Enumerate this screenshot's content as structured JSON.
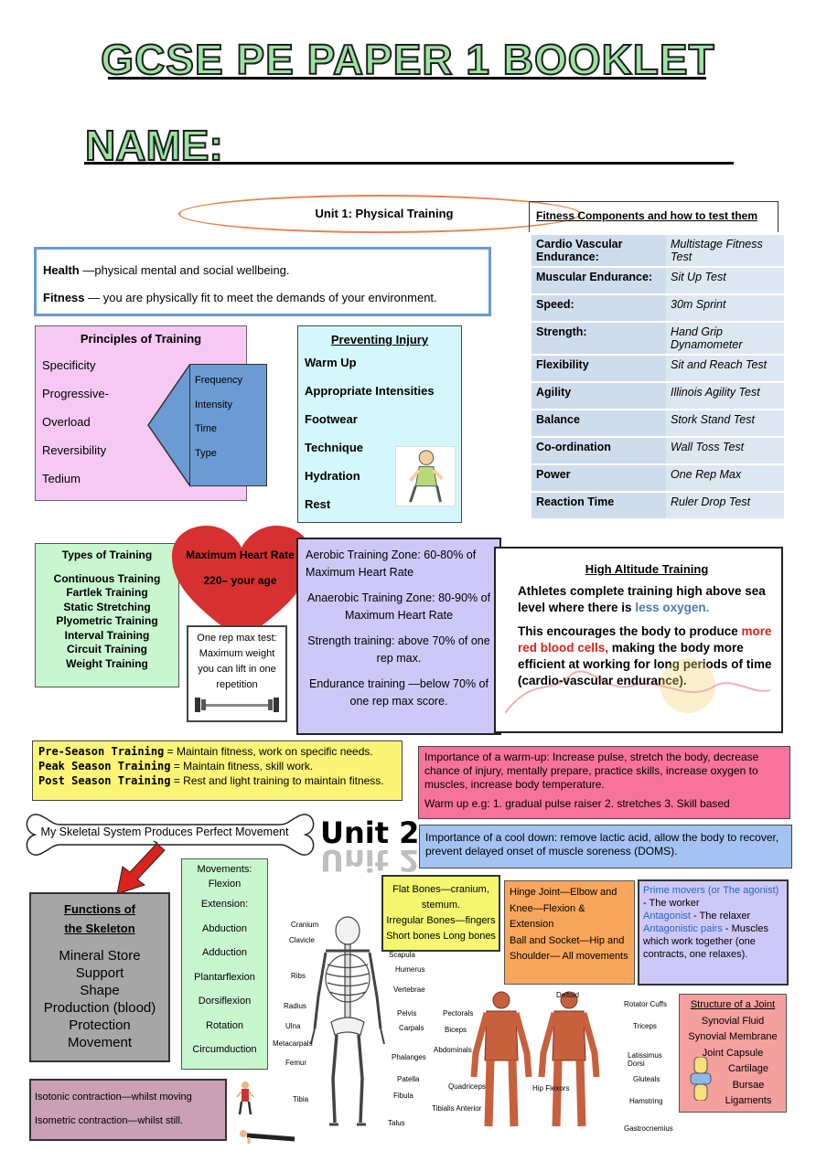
{
  "header": {
    "title": "GCSE PE PAPER 1 BOOKLET",
    "name_label": "NAME:"
  },
  "unit1": {
    "title": "Unit 1:  Physical Training"
  },
  "fitness_components": {
    "title": "Fitness Components and how to test them",
    "rows": [
      {
        "component": "Cardio Vascular Endurance:",
        "test": "Multistage Fitness Test"
      },
      {
        "component": "Muscular Endurance:",
        "test": "Sit Up Test"
      },
      {
        "component": "Speed:",
        "test": "30m Sprint"
      },
      {
        "component": "Strength:",
        "test": "Hand Grip Dynamometer"
      },
      {
        "component": "Flexibility",
        "test": "Sit and Reach Test"
      },
      {
        "component": "Agility",
        "test": "Illinois Agility Test"
      },
      {
        "component": "Balance",
        "test": "Stork Stand Test"
      },
      {
        "component": "Co-ordination",
        "test": "Wall Toss Test"
      },
      {
        "component": "Power",
        "test": "One Rep Max"
      },
      {
        "component": "Reaction Time",
        "test": "Ruler Drop Test"
      }
    ]
  },
  "health": {
    "health_term": "Health",
    "health_def": " —physical mental and social wellbeing.",
    "fitness_term": "Fitness",
    "fitness_def": " — you are physically fit to meet the demands of your environment."
  },
  "principles": {
    "title": "Principles of Training",
    "items": [
      "Specificity",
      "Progressive-",
      "Overload",
      "Reversibility",
      "Tedium"
    ],
    "fitt": [
      "Frequency",
      "Intensity",
      "Time",
      "Type"
    ]
  },
  "preventing_injury": {
    "title": "Preventing Injury",
    "items": [
      "Warm Up",
      "Appropriate Intensities",
      "Footwear",
      "Technique",
      "Hydration",
      "Rest"
    ]
  },
  "types_of_training": {
    "title": "Types of Training",
    "items": [
      "Continuous Training",
      "Fartlek Training",
      "Static Stretching",
      "Plyometric Training",
      "Interval Training",
      "Circuit Training",
      "Weight Training"
    ]
  },
  "max_heart_rate": {
    "title": "Maximum Heart Rate",
    "formula": "220– your age"
  },
  "one_rep": {
    "text": "One rep max test: Maximum weight you can lift in one repetition"
  },
  "zones": {
    "aerobic": "Aerobic Training Zone: 60-80% of Maximum Heart Rate",
    "anaerobic": "Anaerobic Training Zone: 80-90% of Maximum Heart Rate",
    "strength": "Strength training:  above 70% of one rep max.",
    "endurance": "Endurance training —below 70% of one rep max score."
  },
  "altitude": {
    "title": "High Altitude Training",
    "p1_a": "Athletes complete training high above sea level where there is ",
    "p1_b": "less oxygen.",
    "p2_a": "This encourages the body to produce ",
    "p2_b": "more red blood cells,",
    "p2_c": " making the body more efficient at working for long periods of time (cardio-vascular endurance)."
  },
  "season": {
    "pre_label": "Pre-Season Training",
    "pre_text": " = Maintain fitness, work on specific needs.",
    "peak_label": "Peak Season Training",
    "peak_text": " = Maintain fitness, skill work.",
    "post_label": "Post Season Training",
    "post_text": " = Rest and light training to maintain fitness."
  },
  "warmup": {
    "importance": "Importance of a warm-up: Increase pulse, stretch the body, decrease chance of injury, mentally prepare, practice skills, increase oxygen to muscles, increase body temperature.",
    "example": "Warm up e.g:  1. gradual pulse raiser 2. stretches 3. Skill based"
  },
  "cooldown": {
    "text": "Importance of a cool down: remove lactic acid, allow the body to recover, prevent delayed onset of muscle soreness (DOMS)."
  },
  "skeletal": {
    "mnemonic": "My Skeletal System Produces Perfect Movement",
    "unit2": "Unit 2",
    "functions_title_1": "Functions of",
    "functions_title_2": "the Skeleton",
    "functions": [
      "Mineral Store",
      "Support",
      "Shape",
      "Production (blood)",
      "Protection",
      "Movement"
    ]
  },
  "movements": {
    "title": "Movements:",
    "items": [
      "Flexion",
      "Extension:",
      "Abduction",
      "Adduction",
      "Plantarflexion",
      "Dorsiflexion",
      "Rotation",
      "Circumduction"
    ]
  },
  "bones": {
    "flat": "Flat Bones—cranium, stemum.",
    "irregular": "Irregular Bones—fingers",
    "short_long": "Short bones Long bones"
  },
  "joints": {
    "hinge": "Hinge Joint—Elbow and Knee—Flexion & Extension",
    "ball": "Ball and Socket—Hip and Shoulder— All movements"
  },
  "prime": {
    "prime_label": "Prime movers (or The agonist)",
    "prime_text": " - The worker",
    "antagonist_label": "Antagonist",
    "antagonist_text": " - The relaxer",
    "pairs_label": "Antagonistic pairs",
    "pairs_text": " - Muscles which work together (one contracts, one relaxes)."
  },
  "structure_joint": {
    "title": "Structure of a Joint",
    "items": [
      "Synovial Fluid",
      "Synovial Membrane",
      "Joint Capsule",
      "Cartilage",
      "Bursae",
      "Ligaments"
    ]
  },
  "contraction": {
    "isotonic": "Isotonic contraction—whilst moving",
    "isometric": "Isometric contraction—whilst still."
  },
  "skeleton_labels": [
    "Cranium",
    "Clavicle",
    "Scapula",
    "Humerus",
    "Ribs",
    "Vertebrae",
    "Radius",
    "Pelvis",
    "Ulna",
    "Carpals",
    "Metacarpals",
    "Phalanges",
    "Femur",
    "Patella",
    "Tibia",
    "Fibula",
    "Talus"
  ],
  "muscle_labels": [
    "Deltoid",
    "Rotator Cuffs",
    "Pectorals",
    "Triceps",
    "Biceps",
    "Abdominals",
    "Latissimus Dorsi",
    "Gluteals",
    "Quadriceps",
    "Hip Flexors",
    "Hamstring",
    "Tibialis Anterior",
    "Gastrocnemius"
  ],
  "colors": {
    "title_fill": "#9be3a1",
    "accent_blue": "#2a66c2",
    "red": "#d9241c"
  }
}
